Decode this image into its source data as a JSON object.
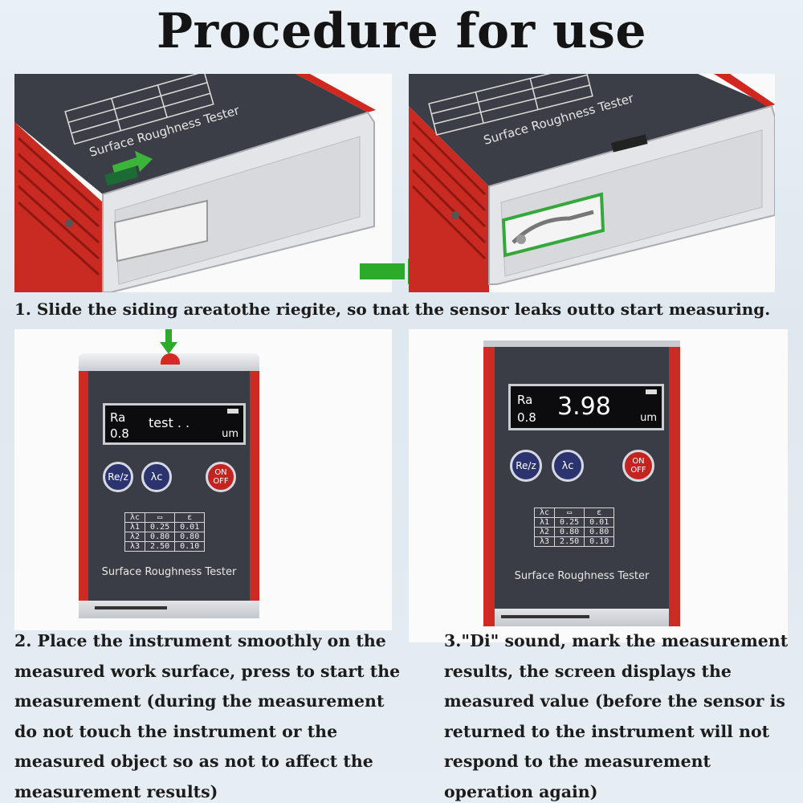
{
  "title": "Procedure for use",
  "steps": {
    "step1": "1. Slide the siding areatothe riegite, so tnat the sensor leaks outto start measuring.",
    "step2_lines": [
      "2. Place the instrument smoothly on the",
      "measured work surface, press to start the",
      "measurement (during the measurement",
      "do not touch the instrument or the",
      "measured object so as not to affect the",
      "measurement results)"
    ],
    "step3_lines": [
      "3.\"Di\" sound, mark the measurement",
      "results, the screen displays the",
      "measured value (before the sensor is",
      "returned to the instrument will not",
      "respond to the measurement",
      "operation again)"
    ]
  },
  "device": {
    "label": "Surface Roughness Tester",
    "button_re": "Re/z",
    "button_lc": "λc",
    "button_on": "ON",
    "button_off": "OFF",
    "table_header": [
      "λc",
      "▭",
      "ε"
    ],
    "table_rows": [
      [
        "λ1",
        "0.25",
        "0.01"
      ],
      [
        "λ2",
        "0.80",
        "0.80"
      ],
      [
        "λ3",
        "2.50",
        "0.10"
      ]
    ]
  },
  "screen_testing": {
    "param": "Ra",
    "cutoff": "0.8",
    "status": "test . .",
    "unit": "um"
  },
  "screen_result": {
    "param": "Ra",
    "cutoff": "0.8",
    "value": "3.98",
    "unit": "um"
  },
  "colors": {
    "accent_green": "#2eaa2a",
    "device_red": "#cc2a22",
    "device_dark": "#3a3d45"
  }
}
